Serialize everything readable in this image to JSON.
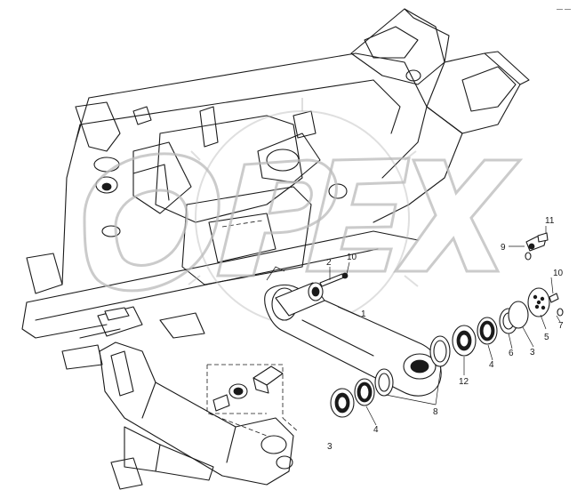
{
  "watermark": {
    "text": "OPEX",
    "color": "#b9b9b9"
  },
  "corner_mark": "— —",
  "callouts": [
    {
      "id": "c1",
      "text": "1"
    },
    {
      "id": "c2",
      "text": "2"
    },
    {
      "id": "c10a",
      "text": "10"
    },
    {
      "id": "c11",
      "text": "11"
    },
    {
      "id": "c9",
      "text": "9"
    },
    {
      "id": "c10b",
      "text": "10"
    },
    {
      "id": "c7",
      "text": "7"
    },
    {
      "id": "c5",
      "text": "5"
    },
    {
      "id": "c3a",
      "text": "3"
    },
    {
      "id": "c6",
      "text": "6"
    },
    {
      "id": "c4a",
      "text": "4"
    },
    {
      "id": "c12",
      "text": "12"
    },
    {
      "id": "c8",
      "text": "8"
    },
    {
      "id": "c4b",
      "text": "4"
    },
    {
      "id": "c3b",
      "text": "3"
    }
  ]
}
